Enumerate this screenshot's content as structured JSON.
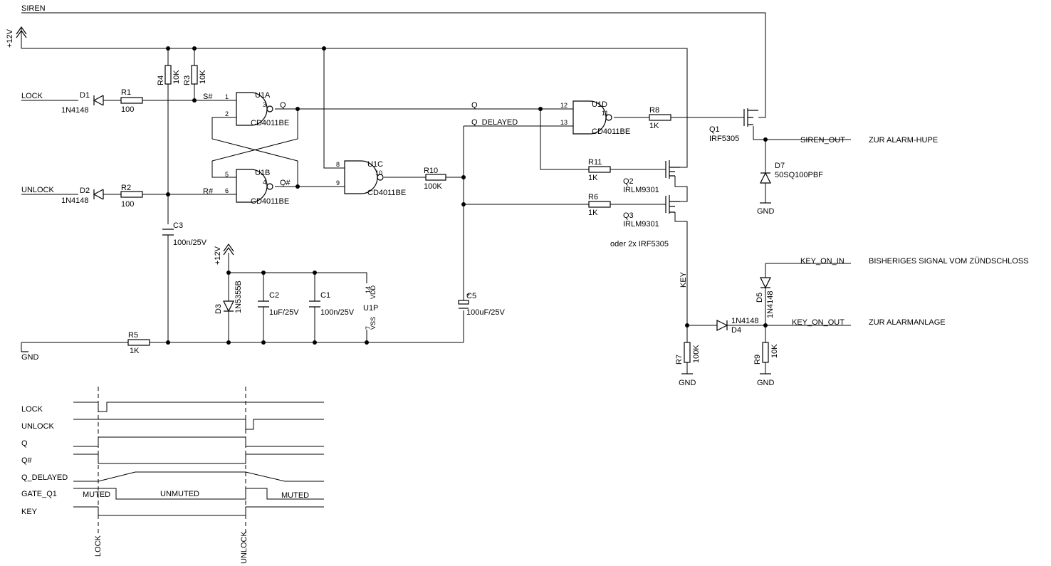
{
  "nets": {
    "siren": "SIREN",
    "supply": "+12V",
    "ground": "GND",
    "lock": "LOCK",
    "unlock": "UNLOCK",
    "s_n": "S#",
    "r_n": "R#",
    "q": "Q",
    "q_n": "Q#",
    "q_delayed": "Q_DELAYED",
    "siren_out": "SIREN_OUT",
    "key": "KEY",
    "key_on_in": "KEY_ON_IN",
    "key_on_out": "KEY_ON_OUT"
  },
  "notes": {
    "alarm_horn": "ZUR ALARM-HUPE",
    "ignition": "BISHERIGES SIGNAL VOM ZÜNDSCHLOSS",
    "alarm_system": "ZUR ALARMANLAGE",
    "alt_mosfet": "oder 2x IRF5305"
  },
  "components": {
    "D1": {
      "ref": "D1",
      "value": "1N4148"
    },
    "D2": {
      "ref": "D2",
      "value": "1N4148"
    },
    "D3": {
      "ref": "D3",
      "value": "1N5355B"
    },
    "D4": {
      "ref": "D4",
      "value": "1N4148"
    },
    "D5": {
      "ref": "D5",
      "value": "1N4148"
    },
    "D7": {
      "ref": "D7",
      "value": "50SQ100PBF"
    },
    "R1": {
      "ref": "R1",
      "value": "100"
    },
    "R2": {
      "ref": "R2",
      "value": "100"
    },
    "R3": {
      "ref": "R3",
      "value": "10K"
    },
    "R4": {
      "ref": "R4",
      "value": "10K"
    },
    "R5": {
      "ref": "R5",
      "value": "1K"
    },
    "R6": {
      "ref": "R6",
      "value": "1K"
    },
    "R7": {
      "ref": "R7",
      "value": "100K"
    },
    "R8": {
      "ref": "R8",
      "value": "1K"
    },
    "R9": {
      "ref": "R9",
      "value": "10K"
    },
    "R10": {
      "ref": "R10",
      "value": "100K"
    },
    "R11": {
      "ref": "R11",
      "value": "1K"
    },
    "C1": {
      "ref": "C1",
      "value": "100n/25V"
    },
    "C2": {
      "ref": "C2",
      "value": "1uF/25V"
    },
    "C3": {
      "ref": "C3",
      "value": "100n/25V"
    },
    "C5": {
      "ref": "C5",
      "value": "100uF/25V"
    },
    "U1A": {
      "ref": "U1A",
      "value": "CD4011BE"
    },
    "U1B": {
      "ref": "U1B",
      "value": "CD4011BE"
    },
    "U1C": {
      "ref": "U1C",
      "value": "CD4011BE"
    },
    "U1D": {
      "ref": "U1D",
      "value": "CD4011BE"
    },
    "U1P": {
      "ref": "U1P",
      "vdd": "VDD",
      "vss": "VSS"
    },
    "Q1": {
      "ref": "Q1",
      "value": "IRF5305"
    },
    "Q2": {
      "ref": "Q2",
      "value": "IRLM9301"
    },
    "Q3": {
      "ref": "Q3",
      "value": "IRLM9301"
    }
  },
  "pins": {
    "u1a_in1": "1",
    "u1a_in2": "2",
    "u1a_out": "3",
    "u1b_in1": "5",
    "u1b_in2": "6",
    "u1b_out": "4",
    "u1c_in1": "8",
    "u1c_in2": "9",
    "u1c_out": "10",
    "u1d_in1": "12",
    "u1d_in2": "13",
    "u1d_out": "11",
    "vdd_pin": "14",
    "vss_pin": "7",
    "c5_plus": "+"
  },
  "timing": {
    "signals": [
      "LOCK",
      "UNLOCK",
      "Q",
      "Q#",
      "Q_DELAYED",
      "GATE_Q1",
      "KEY"
    ],
    "states": {
      "muted_left": "MUTED",
      "unmuted": "UNMUTED",
      "muted_right": "MUTED"
    },
    "markers": [
      "LOCK",
      "UNLOCK"
    ]
  }
}
